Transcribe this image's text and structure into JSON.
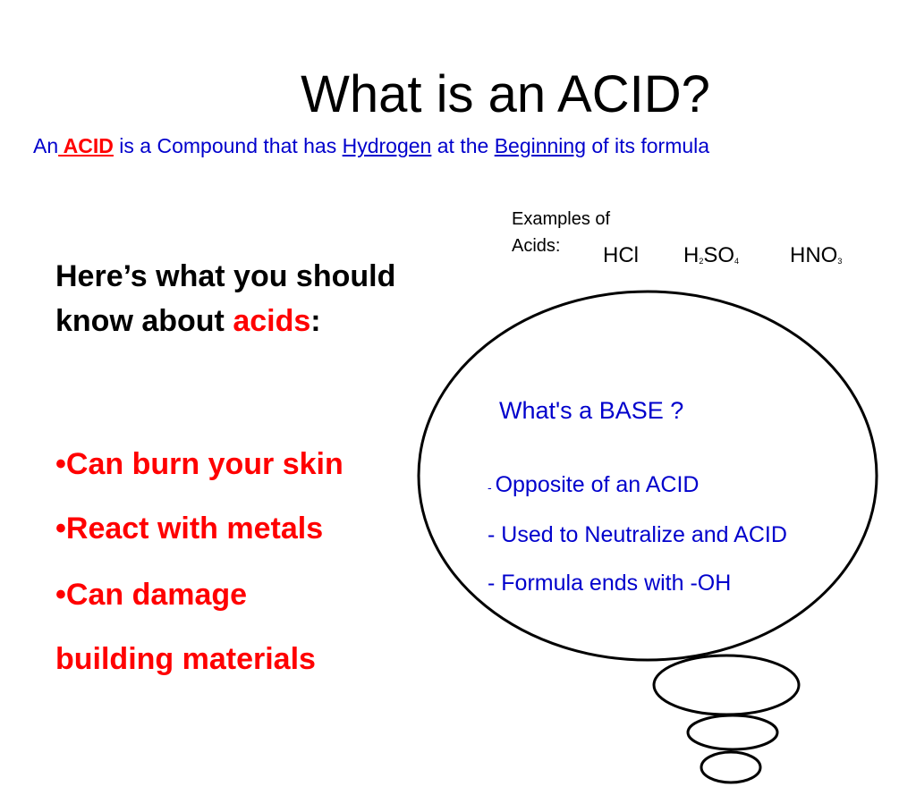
{
  "title": "What is an ACID?",
  "definition": {
    "prefix": "An",
    "acid_word": " ACID",
    "part1": " is a Compound that has ",
    "hydrogen_word": "Hydrogen",
    "part2": " at the ",
    "beginning_word": "Beginning",
    "part3": " of its formula"
  },
  "examples": {
    "label": "Examples of Acids:",
    "formulas": [
      {
        "base": "HCl",
        "sub": "",
        "tail": ""
      },
      {
        "base": "H",
        "sub": "2",
        "tail": "SO",
        "sub2": "4"
      },
      {
        "base": "HNO",
        "sub": "3"
      }
    ]
  },
  "know": {
    "heading_text": "Here’s what you should know about ",
    "heading_highlight": "acids",
    "heading_end": ":"
  },
  "facts": [
    "•Can burn your skin",
    "•React with metals",
    "•Can damage",
    "building materials"
  ],
  "base": {
    "heading": "What's a BASE ?",
    "points": [
      {
        "dash": "- ",
        "text": "Opposite of an ACID"
      },
      {
        "dash": "- ",
        "text": "Used to Neutralize and ACID"
      },
      {
        "dash": "- ",
        "text": "Formula ends with -OH"
      }
    ]
  },
  "colors": {
    "red": "#ff0000",
    "blue": "#0000cc",
    "black": "#000000"
  }
}
